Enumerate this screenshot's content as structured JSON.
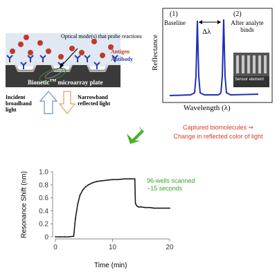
{
  "plate_panel": {
    "optical_mode_label": "Optical mode(s) that probe reactions",
    "antigen_label": "Antigen",
    "antibody_label": "Antibody",
    "plate_label_prefix": "Bionetic",
    "plate_label_sup": "TM",
    "plate_label_suffix": " microarray plate",
    "incident_label": "Incident broadband light",
    "reflected_label": "Narrowband reflected light",
    "colors": {
      "antigen": "#c0392b",
      "antibody": "#2b3fa0",
      "plate_top": "#c9c9c9",
      "plate_body": "#3a3a3a"
    }
  },
  "spectrum_panel": {
    "baseline_number": "(1)",
    "baseline_label": "Baseline",
    "after_number": "(2)",
    "after_label": "After analyte binds",
    "delta_label": "Δλ",
    "ylabel": "Reflectance",
    "xlabel": "Wavelength (λ)",
    "sensor_label": "Sensor element",
    "line_color": "#1f2fb5"
  },
  "arrow_color": "#4caf28",
  "captured": {
    "line1": "Captured biomolecules ⇒",
    "line2": "Change in reflected color of light",
    "color": "#d93a2b"
  },
  "annotation": {
    "line1": "96-wells scanned",
    "line2": "~15 seconds",
    "color": "#3aa12c"
  },
  "chart_data": {
    "type": "line",
    "xlabel": "Time (min)",
    "ylabel": "Resonance Shift (nm)",
    "xlim": [
      0,
      20
    ],
    "ylim": [
      0,
      1.0
    ],
    "xticks": [
      "0",
      "10",
      "20"
    ],
    "yticks": [
      "0",
      "0.2",
      "0.4",
      "0.6",
      "0.8",
      "1.0"
    ],
    "series": [
      {
        "x": [
          0.0,
          0.8,
          1.6,
          2.4,
          3.2,
          3.5,
          3.9,
          4.3,
          4.8,
          5.3,
          5.8,
          6.5,
          7.2,
          8.0,
          9.0,
          10.0,
          11.0,
          12.0,
          13.0,
          13.9,
          14.0,
          14.2,
          14.5,
          15.0,
          15.7,
          16.5,
          17.3,
          18.0,
          19.0,
          20.0
        ],
        "y": [
          0.0,
          0.0,
          0.0,
          0.0,
          0.01,
          0.28,
          0.5,
          0.64,
          0.72,
          0.77,
          0.8,
          0.83,
          0.85,
          0.86,
          0.87,
          0.88,
          0.88,
          0.89,
          0.89,
          0.89,
          0.52,
          0.48,
          0.46,
          0.46,
          0.45,
          0.45,
          0.44,
          0.44,
          0.44,
          0.44
        ],
        "color": "#1a1a1a"
      }
    ]
  }
}
